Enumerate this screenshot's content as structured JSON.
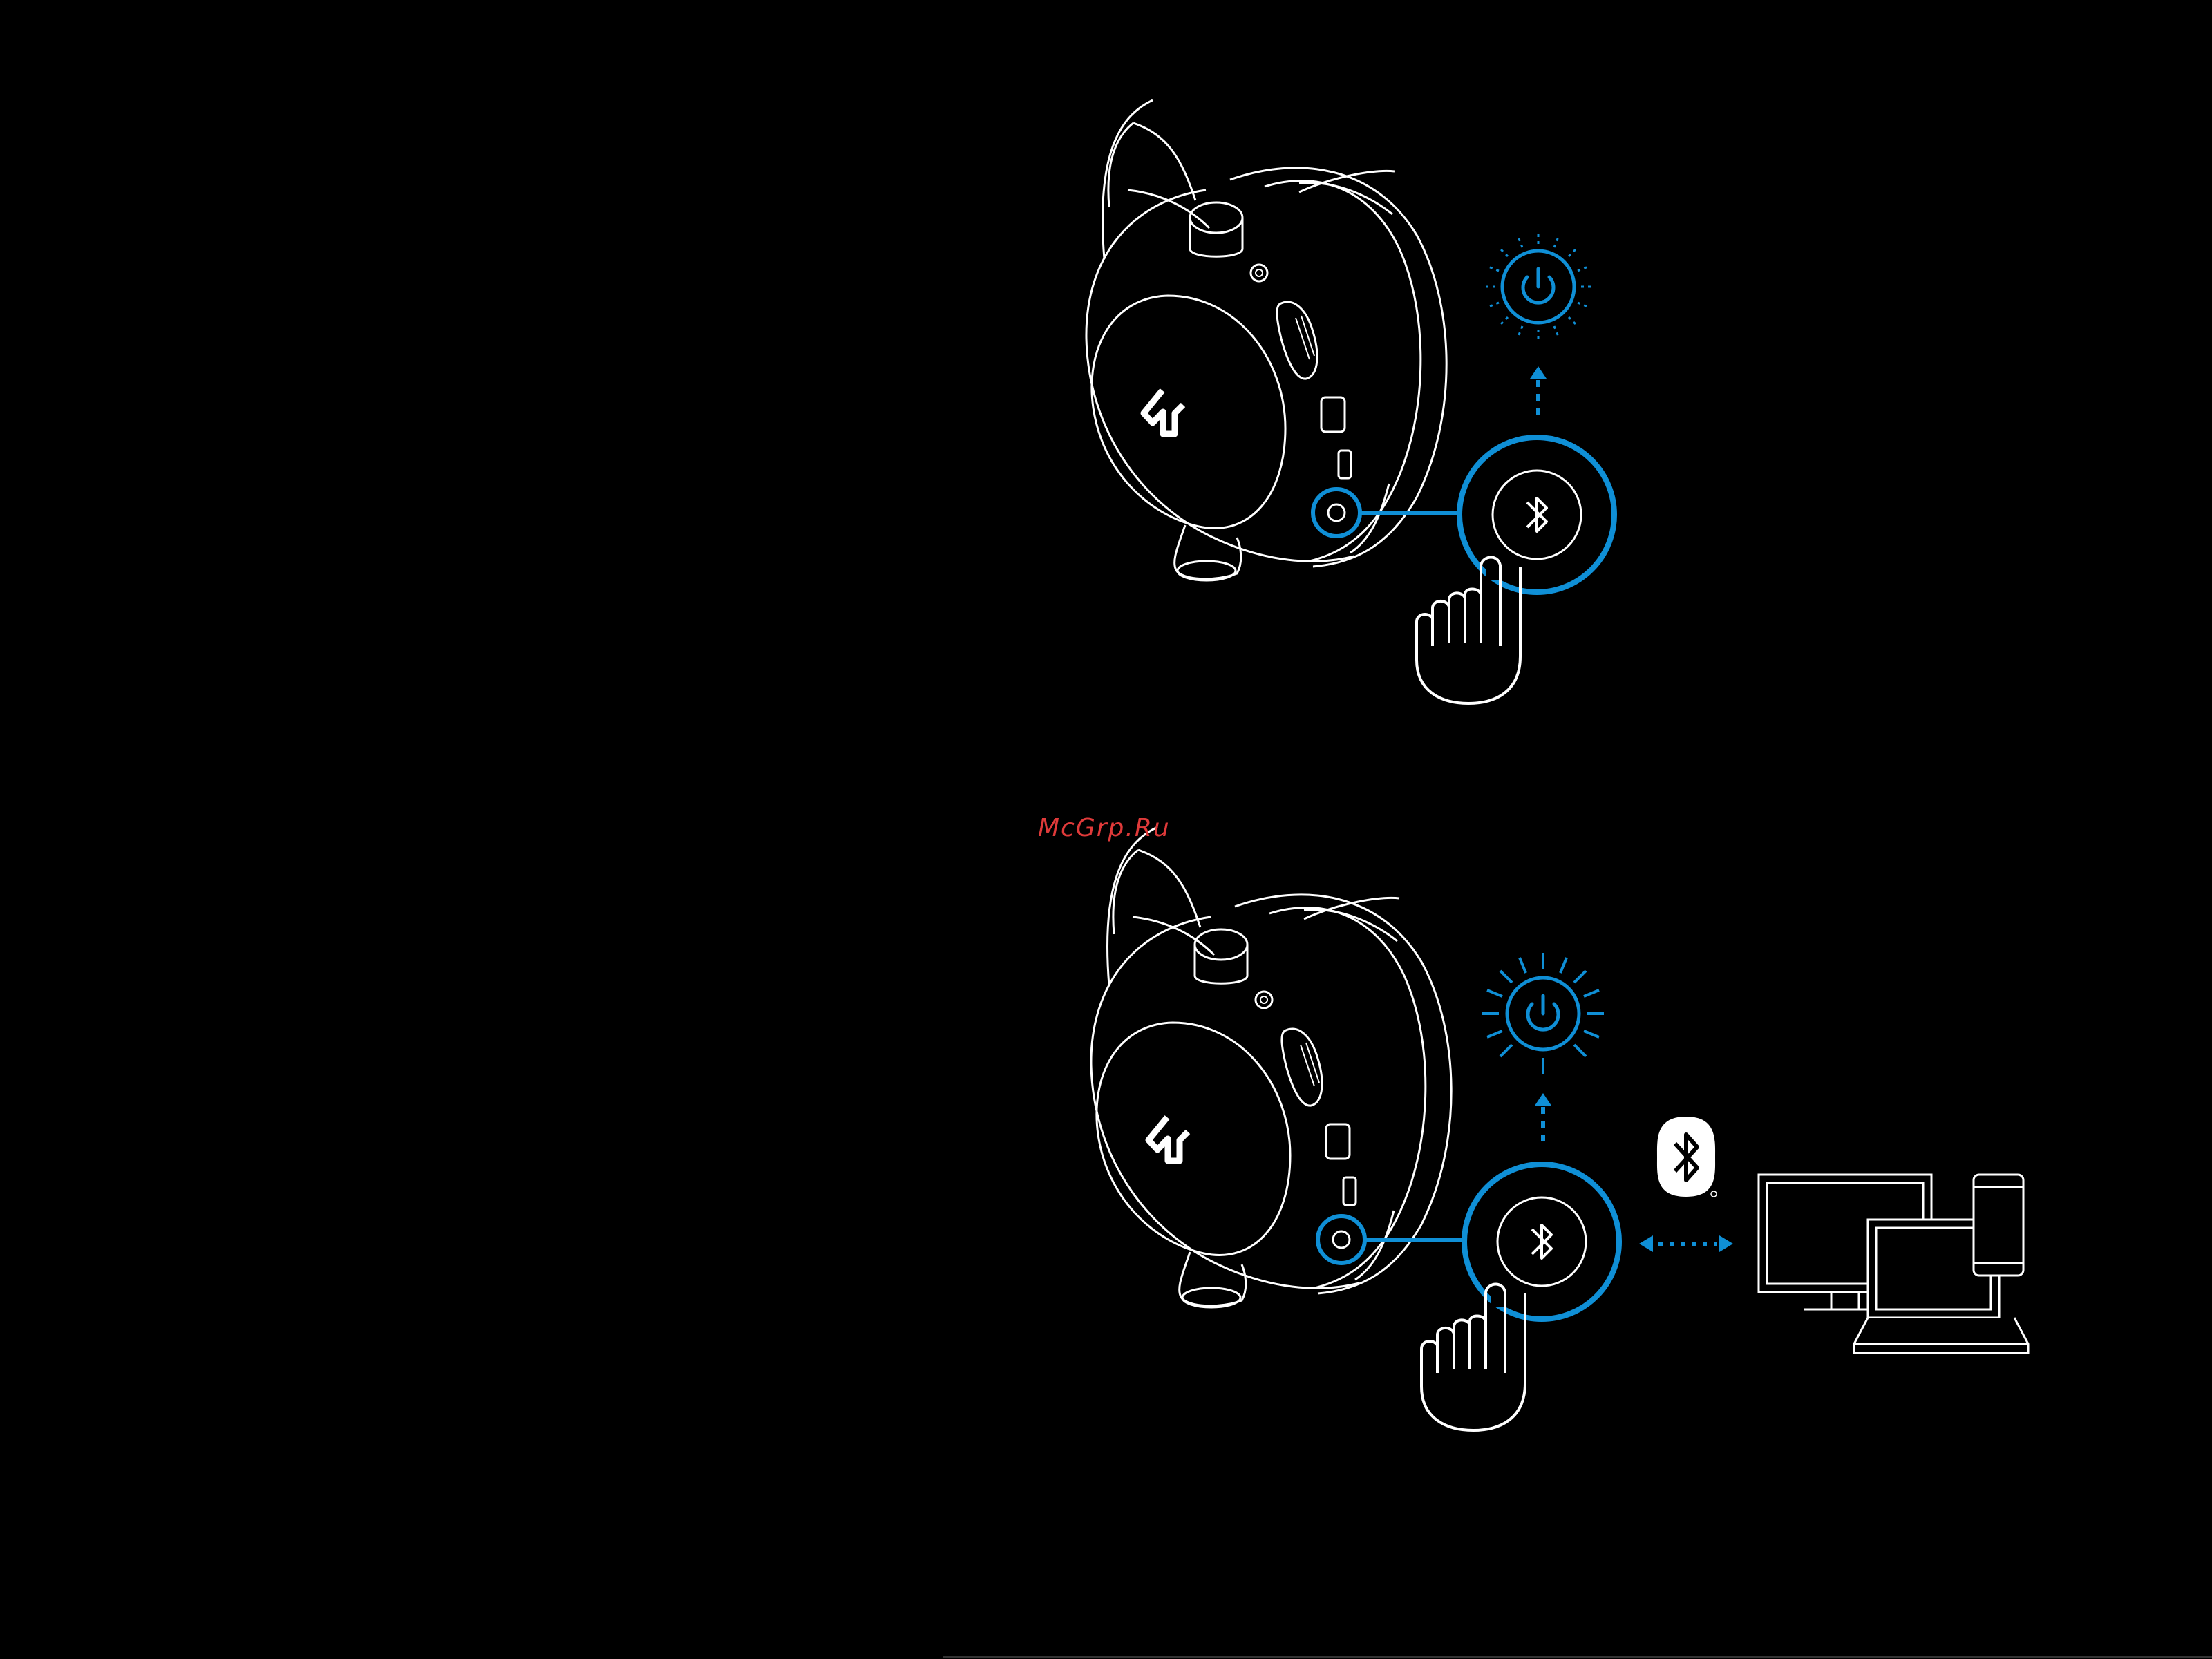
{
  "watermark": {
    "text": "McGrp.Ru",
    "color": "#e03a3a"
  },
  "colors": {
    "background": "#000000",
    "line": "#ffffff",
    "accent": "#0f8fd6"
  },
  "steps": [
    {
      "name": "step-1",
      "headset": "headset-side-view",
      "button": "bluetooth-button",
      "press": "hand-pointer-icon",
      "indicator": "power-led-slow-blink",
      "arrow": "dotted-up-arrow"
    },
    {
      "name": "step-2",
      "headset": "headset-side-view",
      "button": "bluetooth-button",
      "press": "hand-pointer-icon",
      "indicator": "power-led-fast-blink",
      "arrow": "dotted-up-arrow",
      "badge": "bluetooth-logo-icon",
      "link": "dotted-double-arrow",
      "devices": [
        "monitor-icon",
        "laptop-icon",
        "phone-icon"
      ]
    }
  ]
}
